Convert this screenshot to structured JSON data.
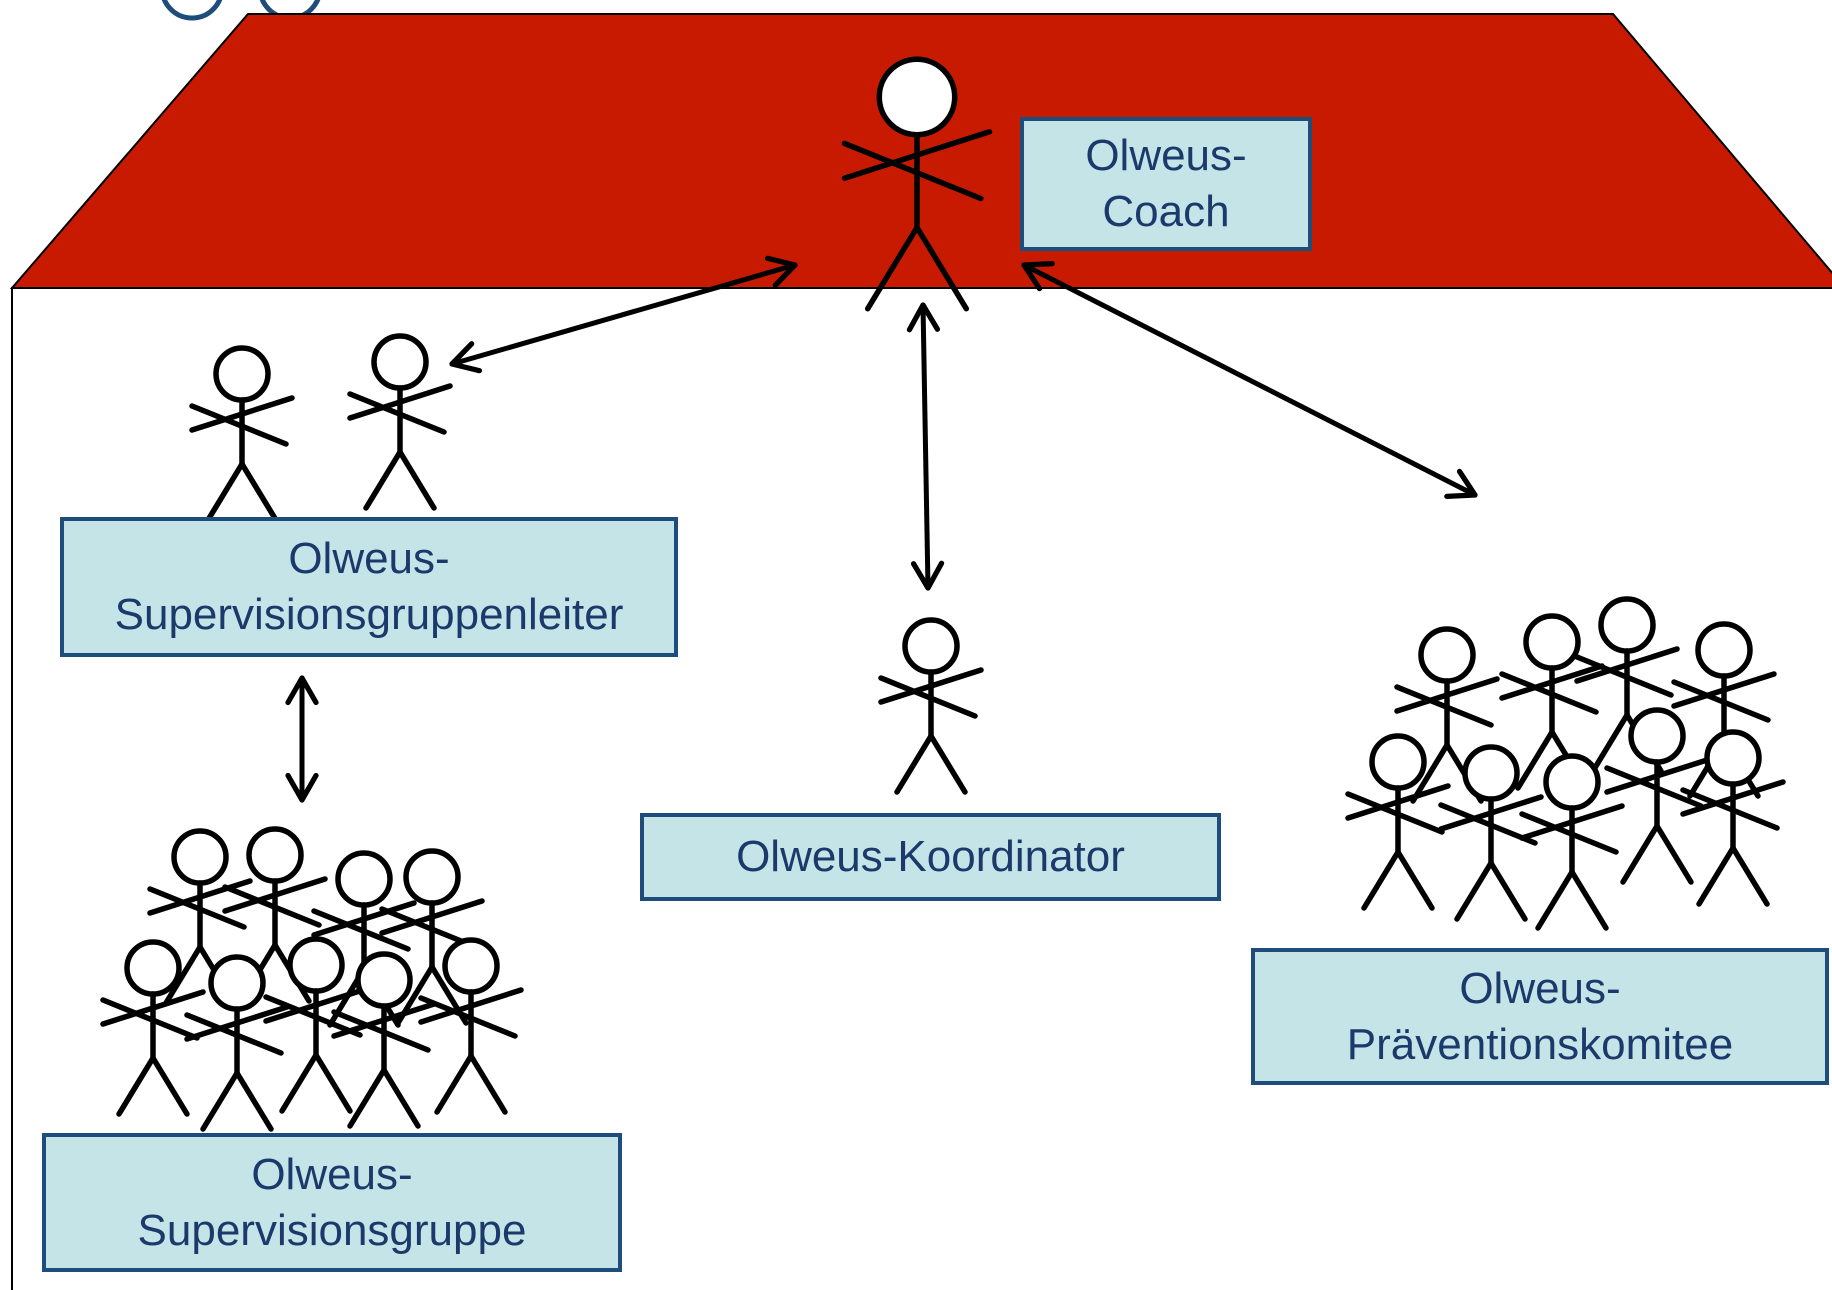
{
  "roles": {
    "coach": {
      "line1": "Olweus-",
      "line2": "Coach"
    },
    "supervision_leader": {
      "line1": "Olweus-",
      "line2": "Supervisionsgruppenleiter"
    },
    "coordinator": {
      "line1": "Olweus-Koordinator"
    },
    "prevention_committee": {
      "line1": "Olweus-",
      "line2": "Präventionskomitee"
    },
    "supervision_group": {
      "line1": "Olweus-",
      "line2": "Supervisionsgruppe"
    }
  },
  "colors": {
    "roof": "#c81a00",
    "box_fill": "#c4e4e8",
    "box_border": "#1e4d7b",
    "text": "#1b3a6b",
    "figure_stroke": "#000000"
  },
  "icons": [
    "stick-figure-icon",
    "double-arrow-icon",
    "logo-circle-icon"
  ]
}
